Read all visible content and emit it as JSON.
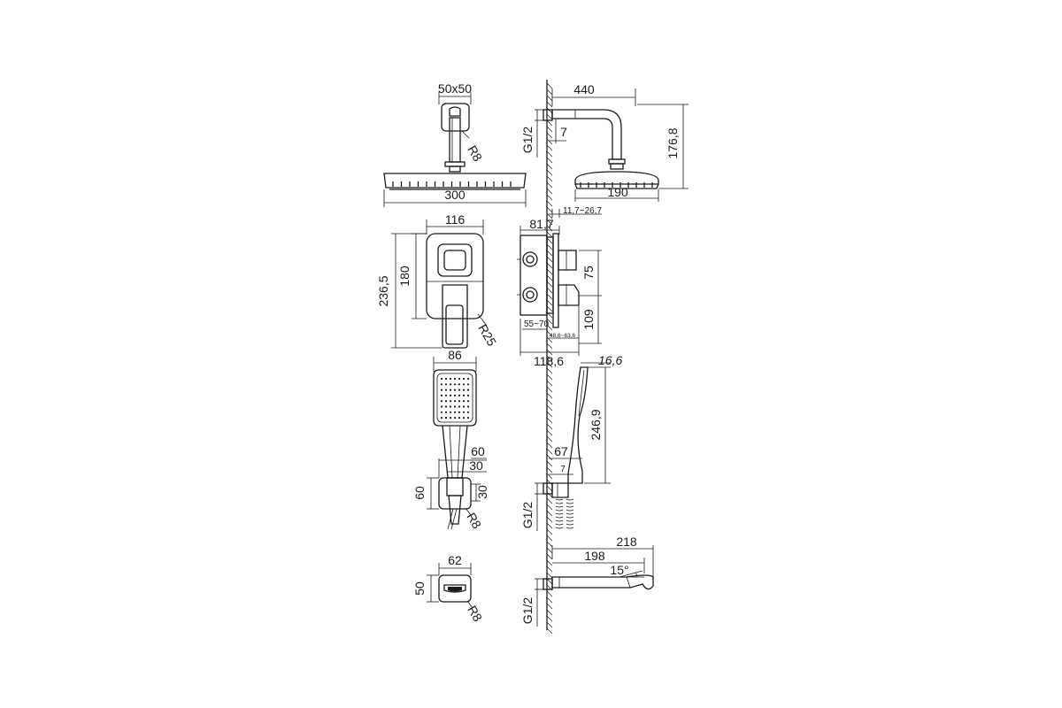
{
  "dims": {
    "top_view_50x50": "50x50",
    "top_r8": "R8",
    "head_width_300": "300",
    "panel_width_116": "116",
    "panel_height_180": "180",
    "panel_height_236_5": "236,5",
    "panel_r25": "R25",
    "hand_width_86": "86",
    "holder_60": "60",
    "holder_30": "30",
    "holder_height_60": "60",
    "holder_height_30": "30",
    "holder_r8": "R8",
    "spout_width_62": "62",
    "spout_height_50": "50",
    "spout_r8": "R8",
    "arm_length_440": "440",
    "arm_offset_7": "7",
    "thread_top": "G1/2",
    "head_height_176_8": "176,8",
    "head_depth_190": "190",
    "plate_range_11_7_26_7": "11,7~26,7",
    "mixer_81_7": "81,7",
    "mixer_75": "75",
    "mixer_109": "109",
    "mixer_55_70": "55~70",
    "mixer_48_6_63_6": "48,6~63,6",
    "mixer_118_6": "118,6",
    "hand_depth_16_6": "16,6",
    "hand_height_246_9": "246,9",
    "holder_67": "67",
    "holder_7": "7",
    "thread_mid": "G1/2",
    "spout_218": "218",
    "spout_198": "198",
    "spout_angle_15": "15°",
    "thread_bottom": "G1/2"
  }
}
